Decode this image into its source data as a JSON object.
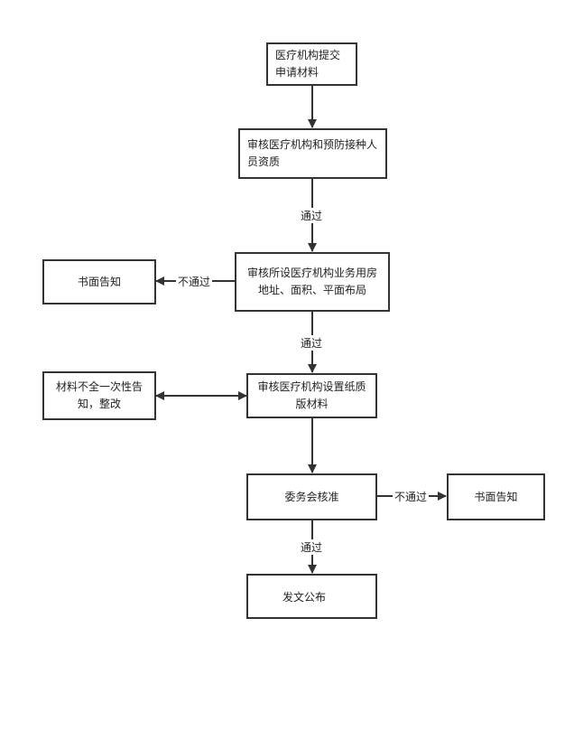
{
  "nodes": {
    "submit": "医疗机构提交申请材料",
    "review_qualification": "审核医疗机构和预防接种人员资质",
    "review_premises": "审核所设医疗机构业务用房地址、面积、平面布局",
    "notify_left": "书面告知",
    "review_paper": "审核医疗机构设置纸质版材料",
    "incomplete_notice": "材料不全一次性告知，整改",
    "committee_approve": "委务会核准",
    "notify_right": "书面告知",
    "publish": "发文公布"
  },
  "edge_labels": {
    "pass_1": "通过",
    "pass_2": "通过",
    "pass_3": "通过",
    "fail_left": "不通过",
    "fail_right": "不通过"
  }
}
